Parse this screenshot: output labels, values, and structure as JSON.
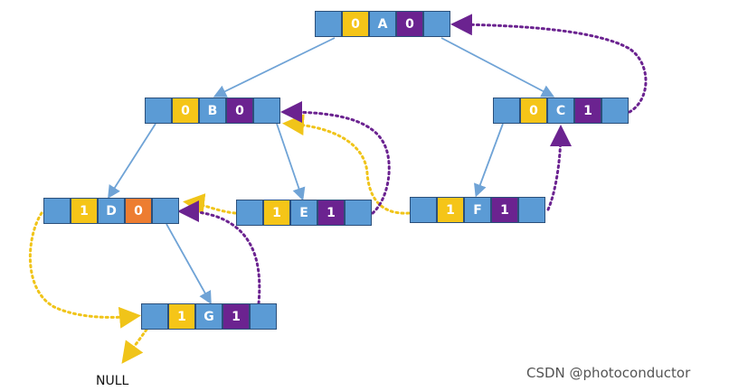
{
  "colors": {
    "pointer_cell": "#5b9bd5",
    "tag_yellow": "#f5c518",
    "tag_purple": "#6b2390",
    "tag_orange": "#ed7d31",
    "child_edge": "#6fa3d6",
    "thread_yellow": "#f0c419",
    "thread_purple": "#6b2390"
  },
  "nodes": [
    {
      "id": "A",
      "ltag": "0",
      "data": "A",
      "rtag": "0",
      "ltag_color": "yellow",
      "rtag_color": "purple"
    },
    {
      "id": "B",
      "ltag": "0",
      "data": "B",
      "rtag": "0",
      "ltag_color": "yellow",
      "rtag_color": "purple"
    },
    {
      "id": "C",
      "ltag": "0",
      "data": "C",
      "rtag": "1",
      "ltag_color": "yellow",
      "rtag_color": "purple"
    },
    {
      "id": "D",
      "ltag": "1",
      "data": "D",
      "rtag": "0",
      "ltag_color": "yellow",
      "rtag_color": "orange"
    },
    {
      "id": "E",
      "ltag": "1",
      "data": "E",
      "rtag": "1",
      "ltag_color": "yellow",
      "rtag_color": "purple"
    },
    {
      "id": "F",
      "ltag": "1",
      "data": "F",
      "rtag": "1",
      "ltag_color": "yellow",
      "rtag_color": "purple"
    },
    {
      "id": "G",
      "ltag": "1",
      "data": "G",
      "rtag": "1",
      "ltag_color": "yellow",
      "rtag_color": "purple"
    }
  ],
  "null_label": "NULL",
  "watermark": "CSDN @photoconductor"
}
